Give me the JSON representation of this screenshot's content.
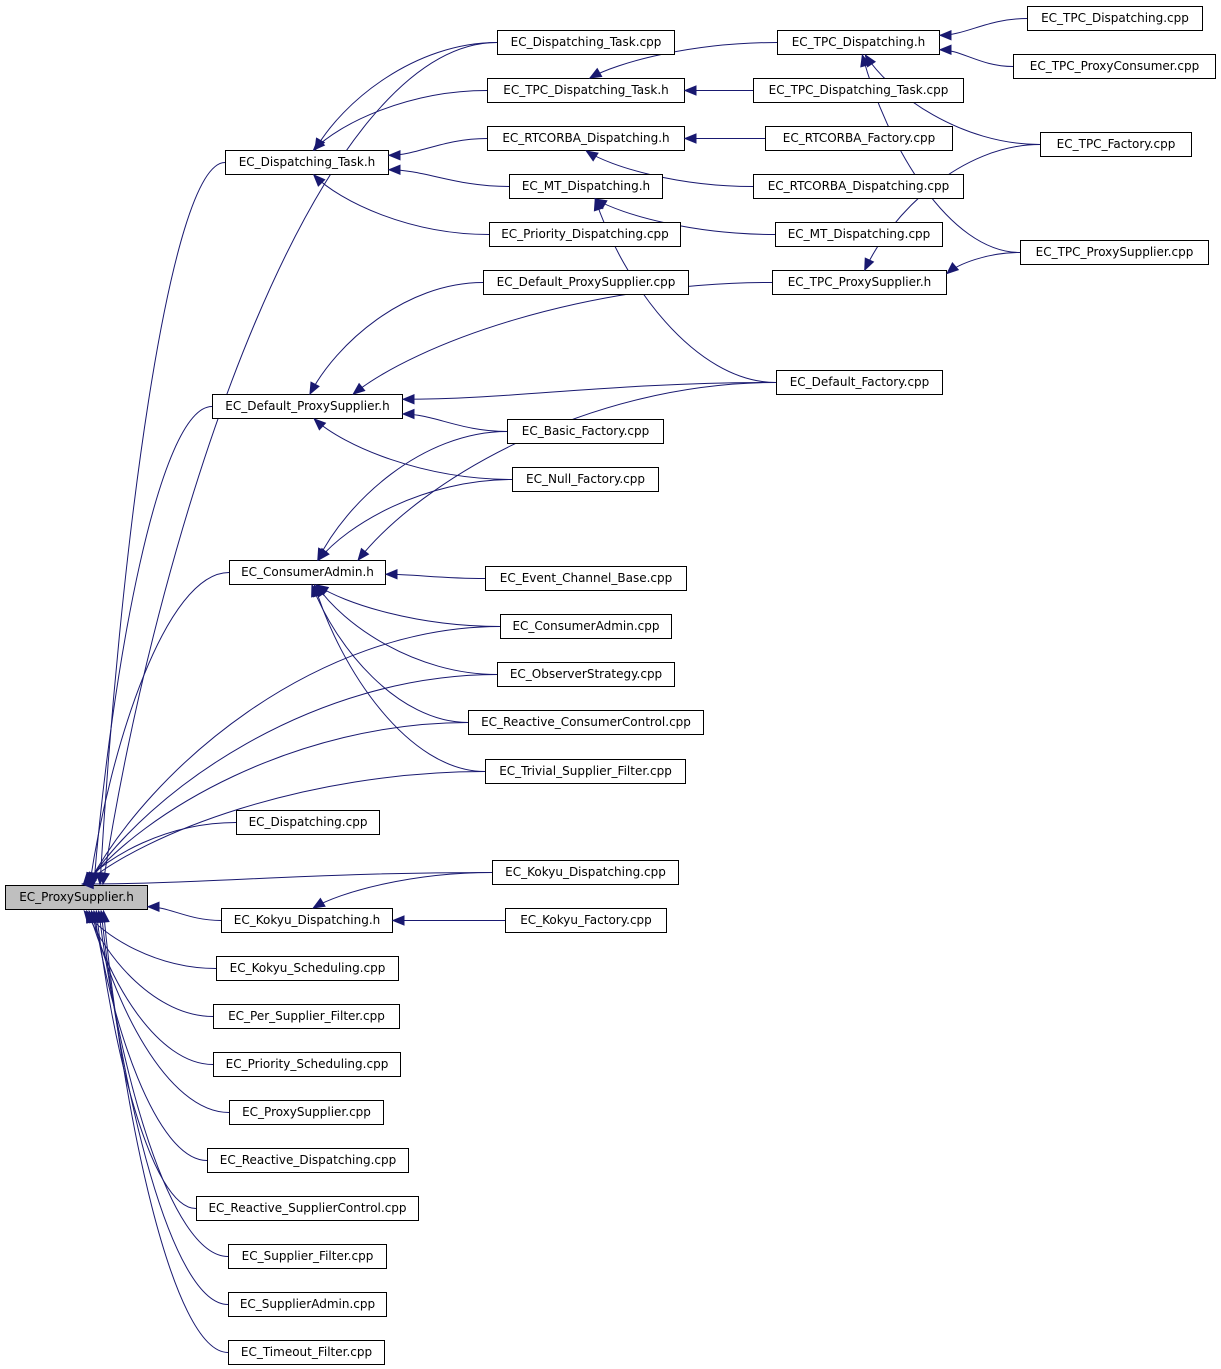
{
  "colors": {
    "edge": "#191970",
    "node_border": "#000000",
    "focus_fill": "#bfbfbf"
  },
  "nodes": [
    {
      "id": "proxysupplier_h",
      "label": "EC_ProxySupplier.h",
      "focus": true
    },
    {
      "id": "dispatching_task_cpp",
      "label": "EC_Dispatching_Task.cpp"
    },
    {
      "id": "tpc_dispatching_h",
      "label": "EC_TPC_Dispatching.h"
    },
    {
      "id": "tpc_dispatching_cpp",
      "label": "EC_TPC_Dispatching.cpp"
    },
    {
      "id": "tpc_proxyconsumer_cpp",
      "label": "EC_TPC_ProxyConsumer.cpp"
    },
    {
      "id": "tpc_dispatching_task_h",
      "label": "EC_TPC_Dispatching_Task.h"
    },
    {
      "id": "tpc_dispatching_task_cpp",
      "label": "EC_TPC_Dispatching_Task.cpp"
    },
    {
      "id": "rtcorba_dispatching_h",
      "label": "EC_RTCORBA_Dispatching.h"
    },
    {
      "id": "rtcorba_factory_cpp",
      "label": "EC_RTCORBA_Factory.cpp"
    },
    {
      "id": "tpc_factory_cpp",
      "label": "EC_TPC_Factory.cpp"
    },
    {
      "id": "dispatching_task_h",
      "label": "EC_Dispatching_Task.h"
    },
    {
      "id": "mt_dispatching_h",
      "label": "EC_MT_Dispatching.h"
    },
    {
      "id": "rtcorba_dispatching_cpp",
      "label": "EC_RTCORBA_Dispatching.cpp"
    },
    {
      "id": "priority_dispatching_cpp",
      "label": "EC_Priority_Dispatching.cpp"
    },
    {
      "id": "mt_dispatching_cpp",
      "label": "EC_MT_Dispatching.cpp"
    },
    {
      "id": "tpc_proxysupplier_cpp",
      "label": "EC_TPC_ProxySupplier.cpp"
    },
    {
      "id": "default_proxysupplier_cpp",
      "label": "EC_Default_ProxySupplier.cpp"
    },
    {
      "id": "tpc_proxysupplier_h",
      "label": "EC_TPC_ProxySupplier.h"
    },
    {
      "id": "default_factory_cpp",
      "label": "EC_Default_Factory.cpp"
    },
    {
      "id": "default_proxysupplier_h",
      "label": "EC_Default_ProxySupplier.h"
    },
    {
      "id": "basic_factory_cpp",
      "label": "EC_Basic_Factory.cpp"
    },
    {
      "id": "null_factory_cpp",
      "label": "EC_Null_Factory.cpp"
    },
    {
      "id": "consumeradmin_h",
      "label": "EC_ConsumerAdmin.h"
    },
    {
      "id": "event_channel_base_cpp",
      "label": "EC_Event_Channel_Base.cpp"
    },
    {
      "id": "consumeradmin_cpp",
      "label": "EC_ConsumerAdmin.cpp"
    },
    {
      "id": "observerstrategy_cpp",
      "label": "EC_ObserverStrategy.cpp"
    },
    {
      "id": "reactive_consumercontrol_cpp",
      "label": "EC_Reactive_ConsumerControl.cpp"
    },
    {
      "id": "trivial_supplier_filter_cpp",
      "label": "EC_Trivial_Supplier_Filter.cpp"
    },
    {
      "id": "dispatching_cpp",
      "label": "EC_Dispatching.cpp"
    },
    {
      "id": "kokyu_dispatching_cpp",
      "label": "EC_Kokyu_Dispatching.cpp"
    },
    {
      "id": "kokyu_dispatching_h",
      "label": "EC_Kokyu_Dispatching.h"
    },
    {
      "id": "kokyu_factory_cpp",
      "label": "EC_Kokyu_Factory.cpp"
    },
    {
      "id": "kokyu_scheduling_cpp",
      "label": "EC_Kokyu_Scheduling.cpp"
    },
    {
      "id": "per_supplier_filter_cpp",
      "label": "EC_Per_Supplier_Filter.cpp"
    },
    {
      "id": "priority_scheduling_cpp",
      "label": "EC_Priority_Scheduling.cpp"
    },
    {
      "id": "proxysupplier_cpp",
      "label": "EC_ProxySupplier.cpp"
    },
    {
      "id": "reactive_dispatching_cpp",
      "label": "EC_Reactive_Dispatching.cpp"
    },
    {
      "id": "reactive_suppliercontrol_cpp",
      "label": "EC_Reactive_SupplierControl.cpp"
    },
    {
      "id": "supplier_filter_cpp",
      "label": "EC_Supplier_Filter.cpp"
    },
    {
      "id": "supplieradmin_cpp",
      "label": "EC_SupplierAdmin.cpp"
    },
    {
      "id": "timeout_filter_cpp",
      "label": "EC_Timeout_Filter.cpp"
    }
  ],
  "edges": [
    {
      "from": "dispatching_task_cpp",
      "to": "proxysupplier_h"
    },
    {
      "from": "dispatching_task_h",
      "to": "proxysupplier_h"
    },
    {
      "from": "default_proxysupplier_h",
      "to": "proxysupplier_h"
    },
    {
      "from": "consumeradmin_h",
      "to": "proxysupplier_h"
    },
    {
      "from": "consumeradmin_cpp",
      "to": "proxysupplier_h"
    },
    {
      "from": "observerstrategy_cpp",
      "to": "proxysupplier_h"
    },
    {
      "from": "reactive_consumercontrol_cpp",
      "to": "proxysupplier_h"
    },
    {
      "from": "trivial_supplier_filter_cpp",
      "to": "proxysupplier_h"
    },
    {
      "from": "dispatching_cpp",
      "to": "proxysupplier_h"
    },
    {
      "from": "kokyu_dispatching_cpp",
      "to": "proxysupplier_h"
    },
    {
      "from": "kokyu_dispatching_h",
      "to": "proxysupplier_h"
    },
    {
      "from": "kokyu_scheduling_cpp",
      "to": "proxysupplier_h"
    },
    {
      "from": "per_supplier_filter_cpp",
      "to": "proxysupplier_h"
    },
    {
      "from": "priority_scheduling_cpp",
      "to": "proxysupplier_h"
    },
    {
      "from": "proxysupplier_cpp",
      "to": "proxysupplier_h"
    },
    {
      "from": "reactive_dispatching_cpp",
      "to": "proxysupplier_h"
    },
    {
      "from": "reactive_suppliercontrol_cpp",
      "to": "proxysupplier_h"
    },
    {
      "from": "supplier_filter_cpp",
      "to": "proxysupplier_h"
    },
    {
      "from": "supplieradmin_cpp",
      "to": "proxysupplier_h"
    },
    {
      "from": "timeout_filter_cpp",
      "to": "proxysupplier_h"
    },
    {
      "from": "dispatching_task_cpp",
      "to": "dispatching_task_h"
    },
    {
      "from": "tpc_dispatching_task_h",
      "to": "dispatching_task_h"
    },
    {
      "from": "rtcorba_dispatching_h",
      "to": "dispatching_task_h"
    },
    {
      "from": "mt_dispatching_h",
      "to": "dispatching_task_h"
    },
    {
      "from": "priority_dispatching_cpp",
      "to": "dispatching_task_h"
    },
    {
      "from": "tpc_dispatching_h",
      "to": "tpc_dispatching_task_h"
    },
    {
      "from": "tpc_dispatching_task_cpp",
      "to": "tpc_dispatching_task_h"
    },
    {
      "from": "tpc_dispatching_cpp",
      "to": "tpc_dispatching_h"
    },
    {
      "from": "tpc_proxyconsumer_cpp",
      "to": "tpc_dispatching_h"
    },
    {
      "from": "tpc_factory_cpp",
      "to": "tpc_dispatching_h"
    },
    {
      "from": "tpc_proxysupplier_cpp",
      "to": "tpc_dispatching_h"
    },
    {
      "from": "rtcorba_factory_cpp",
      "to": "rtcorba_dispatching_h"
    },
    {
      "from": "rtcorba_dispatching_cpp",
      "to": "rtcorba_dispatching_h"
    },
    {
      "from": "mt_dispatching_cpp",
      "to": "mt_dispatching_h"
    },
    {
      "from": "default_factory_cpp",
      "to": "mt_dispatching_h"
    },
    {
      "from": "tpc_factory_cpp",
      "to": "tpc_proxysupplier_h"
    },
    {
      "from": "tpc_proxysupplier_cpp",
      "to": "tpc_proxysupplier_h"
    },
    {
      "from": "default_proxysupplier_cpp",
      "to": "default_proxysupplier_h"
    },
    {
      "from": "tpc_proxysupplier_h",
      "to": "default_proxysupplier_h"
    },
    {
      "from": "default_factory_cpp",
      "to": "default_proxysupplier_h"
    },
    {
      "from": "basic_factory_cpp",
      "to": "default_proxysupplier_h"
    },
    {
      "from": "null_factory_cpp",
      "to": "default_proxysupplier_h"
    },
    {
      "from": "basic_factory_cpp",
      "to": "consumeradmin_h"
    },
    {
      "from": "null_factory_cpp",
      "to": "consumeradmin_h"
    },
    {
      "from": "default_factory_cpp",
      "to": "consumeradmin_h"
    },
    {
      "from": "event_channel_base_cpp",
      "to": "consumeradmin_h"
    },
    {
      "from": "consumeradmin_cpp",
      "to": "consumeradmin_h"
    },
    {
      "from": "observerstrategy_cpp",
      "to": "consumeradmin_h"
    },
    {
      "from": "reactive_consumercontrol_cpp",
      "to": "consumeradmin_h"
    },
    {
      "from": "trivial_supplier_filter_cpp",
      "to": "consumeradmin_h"
    },
    {
      "from": "kokyu_dispatching_cpp",
      "to": "kokyu_dispatching_h"
    },
    {
      "from": "kokyu_factory_cpp",
      "to": "kokyu_dispatching_h"
    }
  ]
}
